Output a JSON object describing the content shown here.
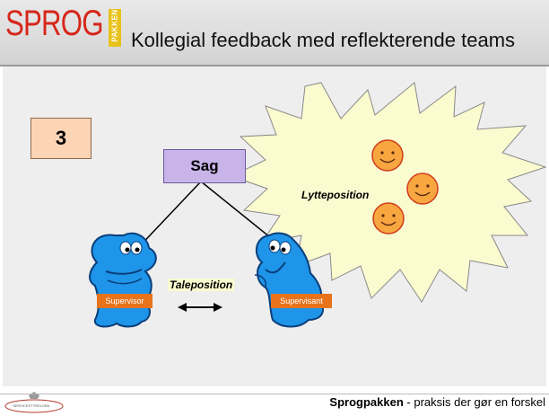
{
  "header": {
    "logo_text": "SPROG",
    "logo_bar_text": "PAKKEN",
    "title": "Kollegial feedback med reflekterende teams"
  },
  "slide": {
    "number_box": "3",
    "case_box": "Sag",
    "listening_label": "Lytteposition",
    "speaking_label": "Taleposition",
    "supervisor_tag": "Supervisor",
    "supervisee_tag": "Supervisant"
  },
  "footer": {
    "brand": "Sprogpakken",
    "tagline": " - praksis der gør en forskel",
    "logo_text": "SERVICESTYRELSEN"
  },
  "colors": {
    "logo_red": "#d6261b",
    "accent_orange": "#e8731b",
    "burst_fill": "#fafbcf",
    "figure_blue": "#1e95e8"
  },
  "icons": [
    "smiley-icon",
    "double-arrow-icon",
    "blob-figure-icon",
    "starburst-shape"
  ]
}
